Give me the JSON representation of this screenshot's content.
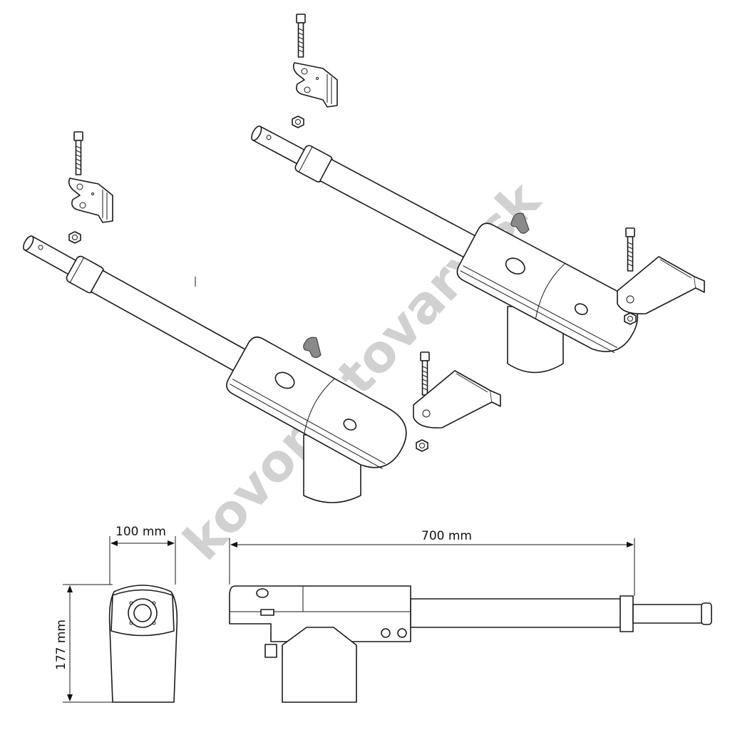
{
  "drawing": {
    "title": "Swing gate actuator kit",
    "dimensions": {
      "width": "100 mm",
      "length": "700 mm",
      "height": "177 mm"
    },
    "watermark": "kovoplotovary.sk",
    "colors": {
      "line": "#1a1a1a",
      "key": "#8a8a8a",
      "watermark": "#c9c9c9"
    }
  }
}
